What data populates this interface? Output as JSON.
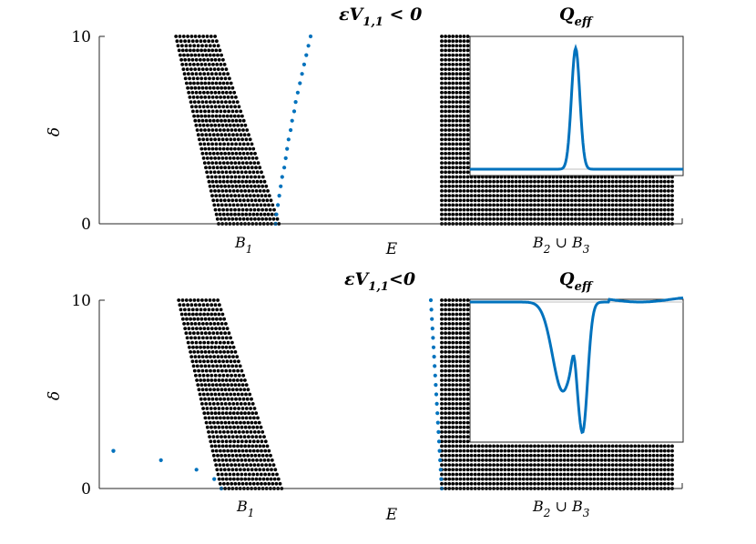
{
  "colors": {
    "band": "#000000",
    "curve": "#0072BD",
    "axis": "#262626",
    "inset_ref": "#bfbfbf"
  },
  "panels": [
    {
      "title_main": "εV",
      "title_sub": "1,1",
      "title_rest": " < 0",
      "inset_title_main": "Q",
      "inset_title_sub": "eff",
      "xlabel": "E",
      "ylabel": "δ",
      "yticks": [
        "0",
        "10"
      ],
      "band_labels": [
        {
          "main": "B",
          "sub": "1"
        },
        {
          "main": "B",
          "sub": "2",
          "rest": " ∪ B",
          "sub2": "3"
        }
      ]
    },
    {
      "title_main": "εV",
      "title_sub": "1,1",
      "title_rest": "<0",
      "inset_title_main": "Q",
      "inset_title_sub": "eff",
      "xlabel": "E",
      "ylabel": "δ",
      "yticks": [
        "0",
        "10"
      ],
      "band_labels": [
        {
          "main": "B",
          "sub": "1"
        },
        {
          "main": "B",
          "sub": "2",
          "rest": " ∪ B",
          "sub2": "3"
        }
      ]
    }
  ],
  "chart_data": [
    {
      "type": "scatter",
      "title": "εV_{1,1} < 0",
      "xlabel": "E",
      "ylabel": "δ",
      "ylim": [
        0,
        10
      ],
      "grid": false,
      "series": [
        {
          "kind": "band",
          "band": "B1",
          "delta_start": 0,
          "delta_end": 10,
          "left_at_0": 0.0,
          "left_at_10": -0.6,
          "right_at_0": 0.85,
          "right_at_10": -0.05
        },
        {
          "kind": "band",
          "band": "B2 ∪ B3",
          "delta_start": 0,
          "delta_end": 10
        },
        {
          "kind": "eigenvalue",
          "delta": [
            0,
            0.5,
            1,
            1.5,
            2,
            2.5,
            3,
            3.5,
            4,
            4.5,
            5,
            5.5,
            6,
            6.5,
            7,
            7.5,
            8,
            8.5,
            9,
            9.5,
            10
          ],
          "E": [
            0.83,
            0.84,
            0.86,
            0.88,
            0.9,
            0.92,
            0.95,
            0.97,
            0.99,
            1.01,
            1.04,
            1.06,
            1.09,
            1.11,
            1.14,
            1.17,
            1.2,
            1.23,
            1.26,
            1.29,
            1.32
          ]
        }
      ],
      "inset": {
        "title": "Q_eff",
        "profile": "single positive peak",
        "baseline": 0.0,
        "peak": 1.0
      }
    },
    {
      "type": "scatter",
      "title": "εV_{1,1}<0",
      "xlabel": "E",
      "ylabel": "δ",
      "ylim": [
        0,
        10
      ],
      "grid": false,
      "series": [
        {
          "kind": "band",
          "band": "B1",
          "delta_start": 0,
          "delta_end": 10,
          "left_at_0": 0.0,
          "left_at_10": -0.6,
          "right_at_0": 0.85,
          "right_at_10": -0.05
        },
        {
          "kind": "band",
          "band": "B2 ∪ B3",
          "delta_start": 0,
          "delta_end": 10
        },
        {
          "kind": "eigenvalue",
          "delta": [
            0,
            0.5,
            1,
            2,
            1.5,
            2
          ],
          "E": [
            0.0,
            -0.1,
            -0.35,
            -1.75,
            -0.85,
            -1.75
          ]
        },
        {
          "kind": "eigenvalue",
          "delta": [
            0,
            0.5,
            1,
            1.5,
            2,
            2.5,
            3,
            3.5,
            4,
            4.5,
            5,
            5.5,
            6,
            6.5,
            7,
            7.5,
            8,
            8.5,
            9,
            9.5,
            10
          ],
          "E": [
            3.0,
            2.99,
            2.98,
            2.97,
            2.96,
            2.95,
            2.94,
            2.93,
            2.92,
            2.91,
            2.9,
            2.89,
            2.88,
            2.87,
            2.86,
            2.85,
            2.84,
            2.83,
            2.82,
            2.81,
            2.8
          ]
        }
      ],
      "inset": {
        "title": "Q_eff",
        "profile": "negative double dip",
        "baseline": 0.0,
        "dip1": -0.6,
        "dip2": -0.85
      }
    }
  ]
}
